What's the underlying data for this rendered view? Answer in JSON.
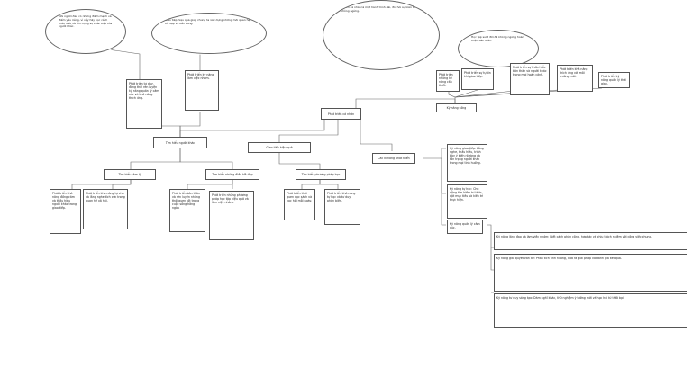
{
  "center": "Phát triển cá nhân",
  "branches": {
    "left": "Tìm hiểu người khác",
    "middle": "Giao tiếp hiệu quả",
    "right": "Các kĩ năng phát triển",
    "top": "Kỹ năng sống"
  },
  "sub_left": {
    "a": "Tìm hiểu tâm lý",
    "a_note": "Phát triển khả năng đồng cảm và thấu hiểu người khác trong giao tiếp.",
    "b": "Phát triển khả năng tự chủ và lắng nghe tích cực trong quan hệ xã hội."
  },
  "sub_mid": {
    "a": "Tìm hiểu những điều tốt đẹp",
    "b": "Tìm hiểu phương pháp học",
    "a1": "Phát triển bản thân và rèn luyện những thói quen tốt trong cuộc sống hằng ngày.",
    "a2": "Phát triển những phương pháp học tập hiệu quả và làm việc nhóm.",
    "b1": "Phát triển thói quen đọc sách và học hỏi mỗi ngày.",
    "b2": "Phát triển khả năng tự học và tư duy phản biện."
  },
  "top_notes": {
    "n1": "Phát triển những kỹ năng cần thiết.",
    "n2": "Phát triển sự tự tin khi giao tiếp.",
    "n3": "Phát triển sự thấu hiểu bản thân và người khác trong mọi hoàn cảnh.",
    "n4": "Phát triển khả năng thích ứng với môi trường mới.",
    "n5": "Phát triển kỹ năng quản lý thời gian.",
    "mid1": "Phát triển tư duy, đồng thời rèn luyện kỹ năng quản lý cảm xúc và khả năng thích ứng.",
    "mid2": "Phát triển kỹ năng làm việc nhóm."
  },
  "right_notes": {
    "r1": "Kỹ năng giao tiếp: Lắng nghe, thấu hiểu, trình bày ý kiến rõ ràng và tôn trọng người khác trong mọi tình huống.",
    "r2": "Kỹ năng tự học: Chủ động tìm kiếm tri thức, đặt mục tiêu và kiên trì thực hiện.",
    "r3": "Kỹ năng quản lý cảm xúc."
  },
  "clouds": {
    "c1": "Mỗi người đều có những điểm mạnh và điểm yếu riêng, vì vậy hãy học cách thấu hiểu và tôn trọng sự khác biệt của người khác.",
    "c2": "Giao tiếp hiệu quả giúp chúng ta xây dựng những mối quan hệ tốt đẹp và bền vững.",
    "c3": "Phát triển cá nhân là một hành trình dài, đòi hỏi sự kiên trì và nỗ lực không ngừng.",
    "c4": "Học tập suốt đời để không ngừng hoàn thiện bản thân."
  },
  "bottom_notes": {
    "b1": "Kỹ năng lãnh đạo và làm việc nhóm: Biết cách phân công, hợp tác và chịu trách nhiệm với công việc chung.",
    "b2": "Kỹ năng giải quyết vấn đề: Phân tích tình huống, đưa ra giải pháp và đánh giá kết quả.",
    "b3": "Kỹ năng tư duy sáng tạo: Dám nghĩ khác, thử nghiệm ý tưởng mới và học hỏi từ thất bại."
  }
}
